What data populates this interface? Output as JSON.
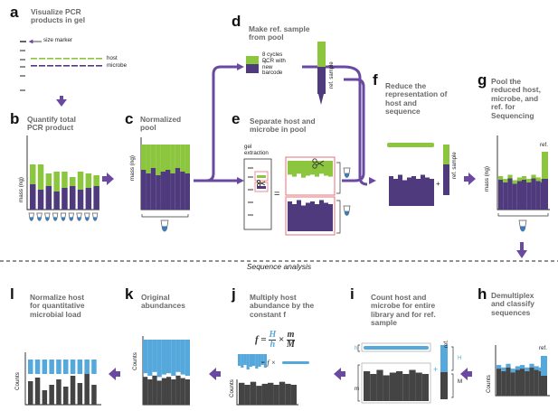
{
  "colors": {
    "host": "#4e3a7c",
    "microbe": "#8cc63f",
    "blue": "#55a8dc",
    "gray": "#444444",
    "purple": "#6a4aa0",
    "red": "#e8717a"
  },
  "panels": {
    "a": {
      "letter": "a",
      "title": "Visualize PCR\nproducts in gel",
      "size_marker": "size marker",
      "host": "host",
      "microbe": "microbe"
    },
    "b": {
      "letter": "b",
      "title": "Quantify total\nPCR product",
      "ylabel": "mass (ng)"
    },
    "c": {
      "letter": "c",
      "title": "Normalized\npool",
      "ylabel": "mass (ng)"
    },
    "d": {
      "letter": "d",
      "title": "Make ref. sample\nfrom pool",
      "text": "8 cycles\nPCR with\nnew\nbarcode",
      "plus": "+",
      "tube_label": "ref. sample"
    },
    "e": {
      "letter": "e",
      "title": "Separate host and\nmicrobe in pool",
      "gel_label": "gel\nextraction",
      "equals": "="
    },
    "f": {
      "letter": "f",
      "title": "Reduce the\nrepresentation of\nhost and\nsequence",
      "plus": "+",
      "tube_label": "ref. sample"
    },
    "g": {
      "letter": "g",
      "title": "Pool the\nreduced host,\nmicrobe, and\nref. for\nSequencing",
      "ylabel": "mass (ng)",
      "ref": "ref."
    },
    "h": {
      "letter": "h",
      "title": "Demultiplex\nand classify\nsequences",
      "ylabel": "Counts",
      "ref": "ref."
    },
    "i": {
      "letter": "i",
      "title": "Count host and\nmicrobe for entire\nlibrary and for ref.\nsample",
      "h": "h",
      "m": "m",
      "H": "H",
      "M": "M",
      "plus": "+",
      "ref": "ref."
    },
    "j": {
      "letter": "j",
      "title": "Multiply host\nabundance by the\nconstant f",
      "ylabel": "Counts",
      "f": "f",
      "eq": "=",
      "H": "H",
      "h": "h",
      "times": "×",
      "m": "m",
      "M": "M",
      "eq2": "= f ×"
    },
    "k": {
      "letter": "k",
      "title": "Original\nabundances",
      "ylabel": "Counts"
    },
    "l": {
      "letter": "l",
      "title": "Normalize host\nfor quantitative\nmicrobial load",
      "ylabel": "Counts"
    }
  },
  "separator": "Sequence analysis",
  "icons": [
    "scissors-icon",
    "pcr-tube-icon",
    "arrow-icon",
    "bracket-icon"
  ]
}
